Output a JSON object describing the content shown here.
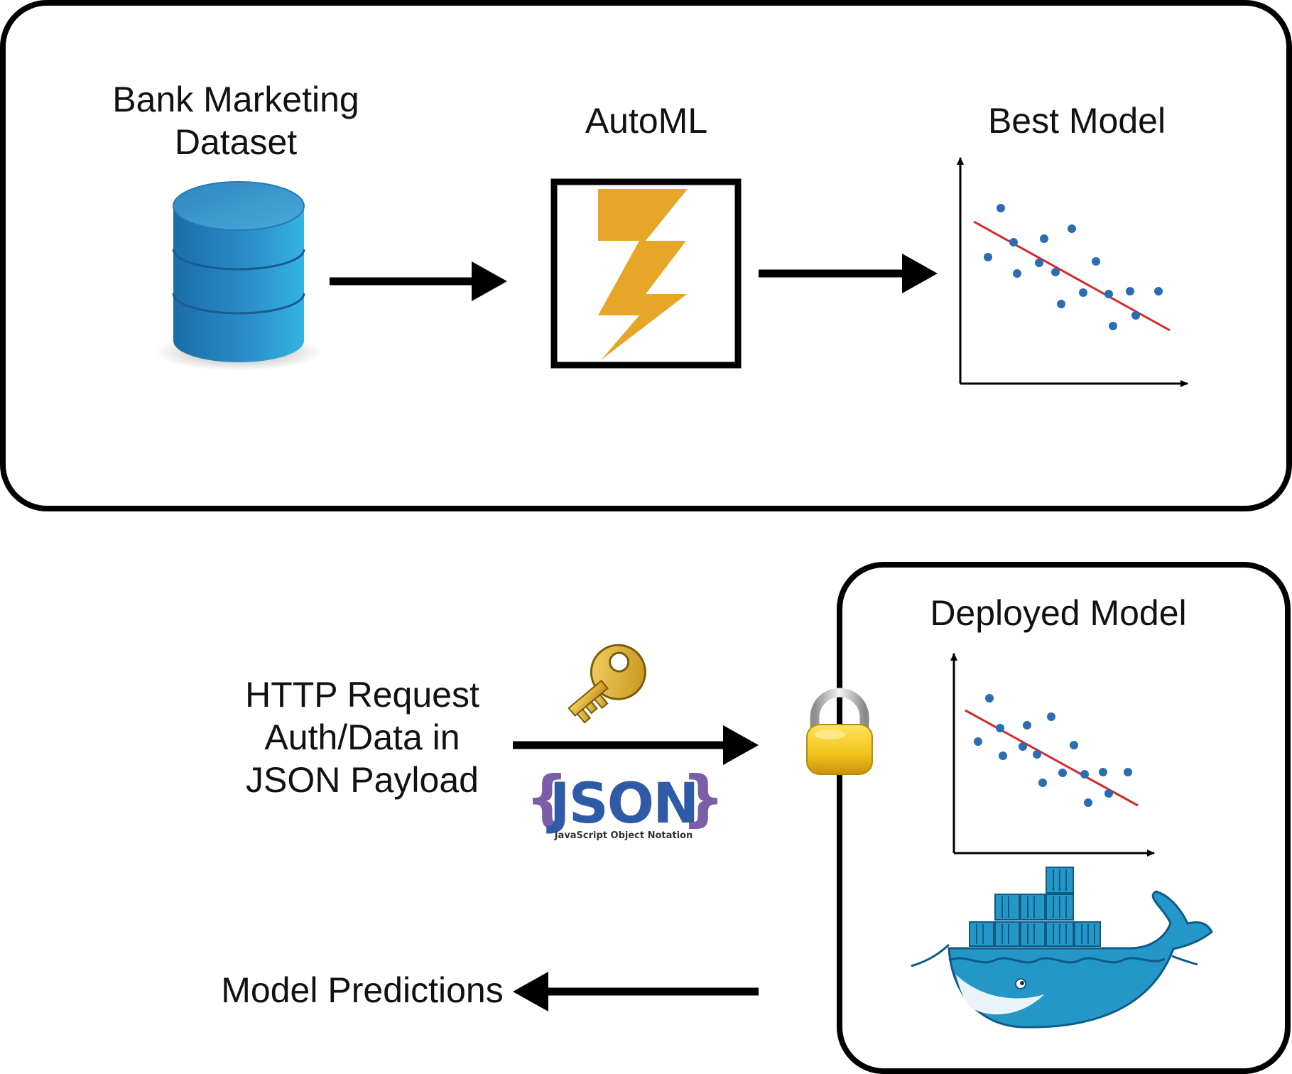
{
  "pipeline": {
    "dataset_label": [
      "Bank Marketing",
      "Dataset"
    ],
    "automl_label": "AutoML",
    "best_model_label": "Best Model"
  },
  "deployment": {
    "deployed_model_label": "Deployed Model",
    "request_label": [
      "HTTP Request",
      "Auth/Data in",
      "JSON Payload"
    ],
    "json_logo_text": "JSON",
    "json_logo_caption": "JavaScript Object Notation",
    "predictions_label": "Model Predictions"
  },
  "icons": [
    "database-icon",
    "lightning-bolt-icon",
    "scatter-plot-icon",
    "key-icon",
    "padlock-icon",
    "json-logo",
    "docker-whale-icon"
  ],
  "colors": {
    "line": "#000000",
    "bolt": "#E8A628",
    "points": "#2A6DB0",
    "trend": "#D62728",
    "database": "#2E8EC4",
    "docker": "#2496C8",
    "json_brace": "#7B5EA7",
    "json_text": "#2F5AA8",
    "key_gold": "#D9A820",
    "lock_gold": "#F2C31A"
  }
}
